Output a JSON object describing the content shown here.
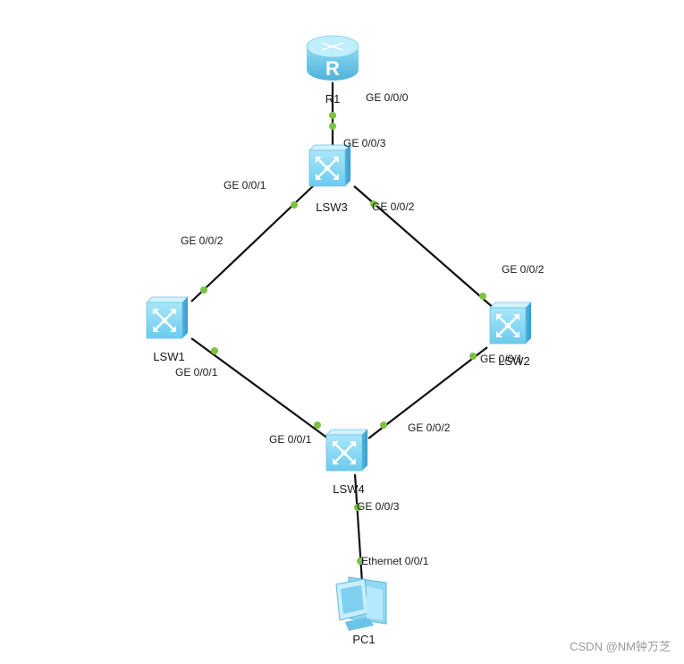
{
  "devices": {
    "r1": {
      "label": "R1",
      "icon": "router-icon"
    },
    "lsw3": {
      "label": "LSW3",
      "icon": "switch-icon"
    },
    "lsw1": {
      "label": "LSW1",
      "icon": "switch-icon"
    },
    "lsw2": {
      "label": "LSW2",
      "icon": "switch-icon"
    },
    "lsw4": {
      "label": "LSW4",
      "icon": "switch-icon"
    },
    "pc1": {
      "label": "PC1",
      "icon": "pc-icon"
    }
  },
  "ports": {
    "r1_ge000": "GE 0/0/0",
    "lsw3_ge003": "GE 0/0/3",
    "lsw3_ge001": "GE 0/0/1",
    "lsw3_ge002": "GE 0/0/2",
    "lsw1_ge002": "GE 0/0/2",
    "lsw1_ge001": "GE 0/0/1",
    "lsw2_ge002": "GE 0/0/2",
    "lsw2_ge001": "GE 0/0/1",
    "lsw4_ge001": "GE 0/0/1",
    "lsw4_ge002": "GE 0/0/2",
    "lsw4_ge003": "GE 0/0/3",
    "pc1_eth001": "Ethernet 0/0/1"
  },
  "watermark": "CSDN @NM钟万芝",
  "colors": {
    "link": "#111111",
    "port_dot": "#7cc242",
    "device_fill": "#8fd8f2",
    "device_dark": "#4fb3dc",
    "device_light": "#c9efff"
  }
}
